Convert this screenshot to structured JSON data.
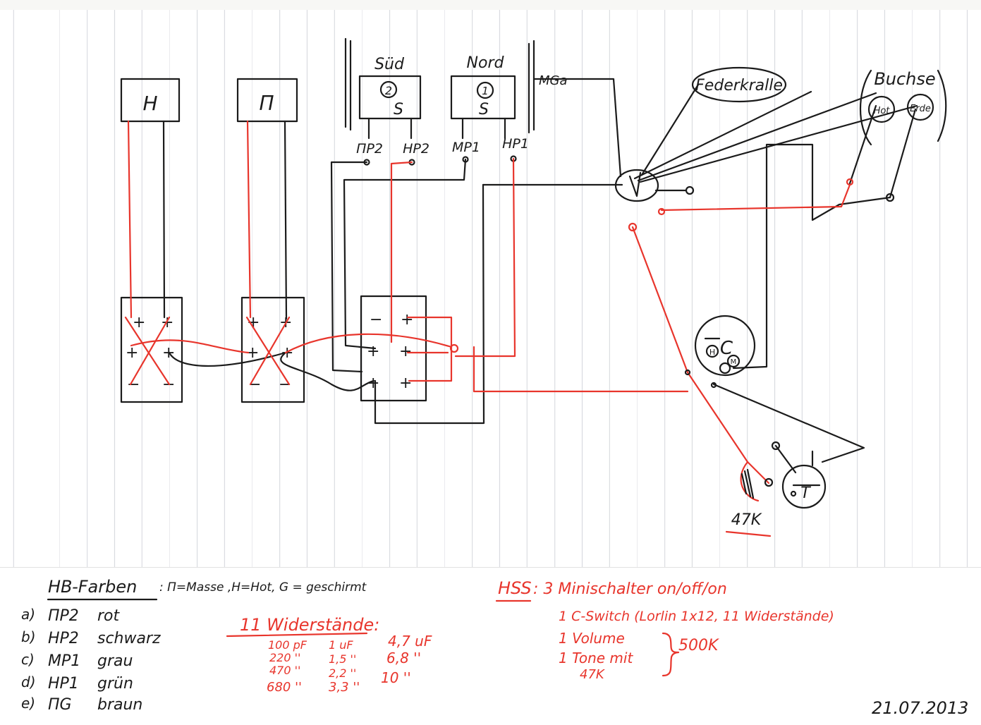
{
  "colors": {
    "ink": "#1b1b1b",
    "red": "#e8352c",
    "paper": "#ffffff",
    "rule": "#d9dbe0"
  },
  "pickups": {
    "humbucker_hot": "H",
    "humbucker_mass": "Π",
    "single_south_title": "Süd",
    "single_south_number": "2",
    "single_south_pole": "S",
    "single_north_title": "Nord",
    "single_north_number": "1",
    "single_north_pole": "S"
  },
  "terminals": {
    "mp2": "ΠP2",
    "hp2": "HP2",
    "mp1": "MP1",
    "hp1": "HP1",
    "mg": "MGa"
  },
  "components": {
    "claw": "Federkralle",
    "jack": "Buchse",
    "jack_hot": "Hot",
    "jack_ground": "Erde",
    "switch_sign_minus": "−",
    "switch_sign_plus": "+",
    "c_switch": "C",
    "c_switch_h": "H",
    "c_switch_m": "M",
    "tone": "T",
    "resistor": "47K"
  },
  "legend": {
    "title": "HB-Farben",
    "definition": ": Π=Masse ,H=Hot, G = geschirmt",
    "items": [
      {
        "key": "a)",
        "term": "ΠP2",
        "color": "rot"
      },
      {
        "key": "b)",
        "term": "HP2",
        "color": "schwarz"
      },
      {
        "key": "c)",
        "term": "MP1",
        "color": "grau"
      },
      {
        "key": "d)",
        "term": "HP1",
        "color": "grün"
      },
      {
        "key": "e)",
        "term": "ΠG",
        "color": "braun"
      }
    ]
  },
  "resistors": {
    "title": "11 Widerstände:",
    "rows": [
      [
        "100 pF",
        "1 uF",
        "4,7 uF"
      ],
      [
        "220 ''",
        "1,5 ''",
        "6,8 ''"
      ],
      [
        "470 ''",
        "2,2 ''",
        ""
      ],
      [
        "680 ''",
        "3,3 ''",
        "10   ''"
      ]
    ]
  },
  "hss": {
    "title": "HSS",
    "line1": ": 3 Minischalter on/off/on",
    "line2": "1 C-Switch (Lorlin 1x12, 11 Widerstände)",
    "line3": "1 Volume",
    "line4": "1 Tone mit",
    "line5": "47K",
    "value": "500K"
  },
  "date": "21.07.2013"
}
